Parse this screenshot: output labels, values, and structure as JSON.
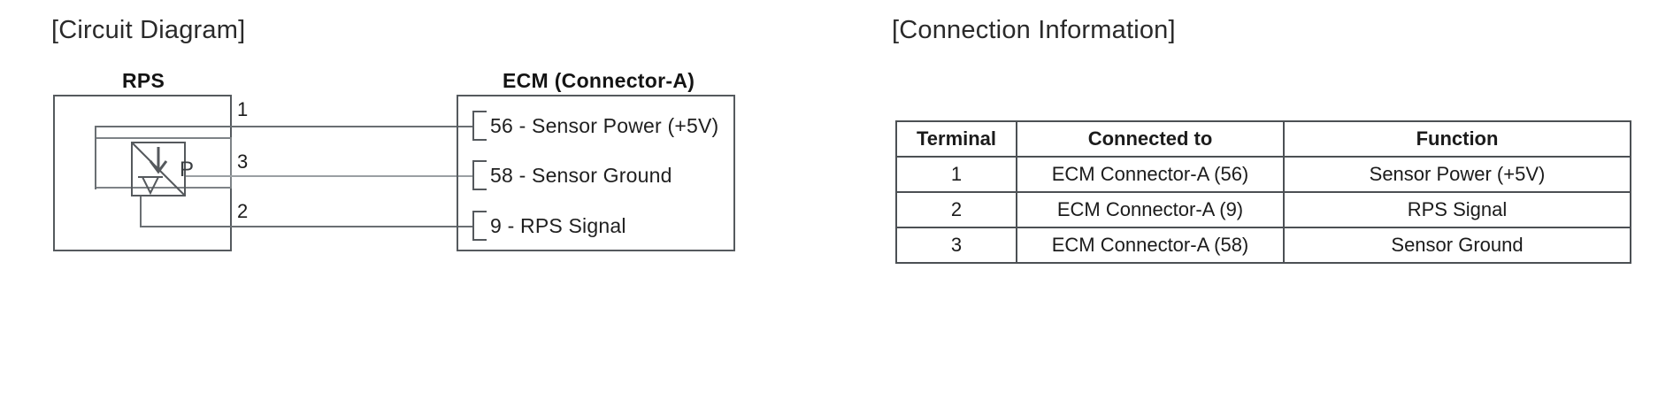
{
  "sections": {
    "circuit_diagram_caption": "[Circuit Diagram]",
    "connection_information_caption": "[Connection Information]"
  },
  "circuit_diagram": {
    "rps": {
      "title": "RPS",
      "symbol_label": "P",
      "pins": [
        {
          "number": "1",
          "wire_to": "56"
        },
        {
          "number": "3",
          "wire_to": "58"
        },
        {
          "number": "2",
          "wire_to": "9"
        }
      ]
    },
    "ecm": {
      "title": "ECM (Connector-A)",
      "rows": [
        {
          "pin": "56",
          "text": "56 - Sensor Power (+5V)"
        },
        {
          "pin": "58",
          "text": "58 - Sensor Ground"
        },
        {
          "pin": "9",
          "text": "9 - RPS Signal"
        }
      ]
    }
  },
  "connection_table": {
    "headers": [
      "Terminal",
      "Connected to",
      "Function"
    ],
    "rows": [
      {
        "terminal": "1",
        "connected_to": "ECM Connector-A (56)",
        "function": "Sensor Power (+5V)"
      },
      {
        "terminal": "2",
        "connected_to": "ECM Connector-A (9)",
        "function": "RPS Signal"
      },
      {
        "terminal": "3",
        "connected_to": "ECM Connector-A (58)",
        "function": "Sensor Ground"
      }
    ]
  },
  "colors": {
    "line": "#555a5e",
    "wire": "#6a6f73",
    "wire_light": "#9a9fa3",
    "text": "#1b1b1b",
    "background": "#ffffff"
  }
}
